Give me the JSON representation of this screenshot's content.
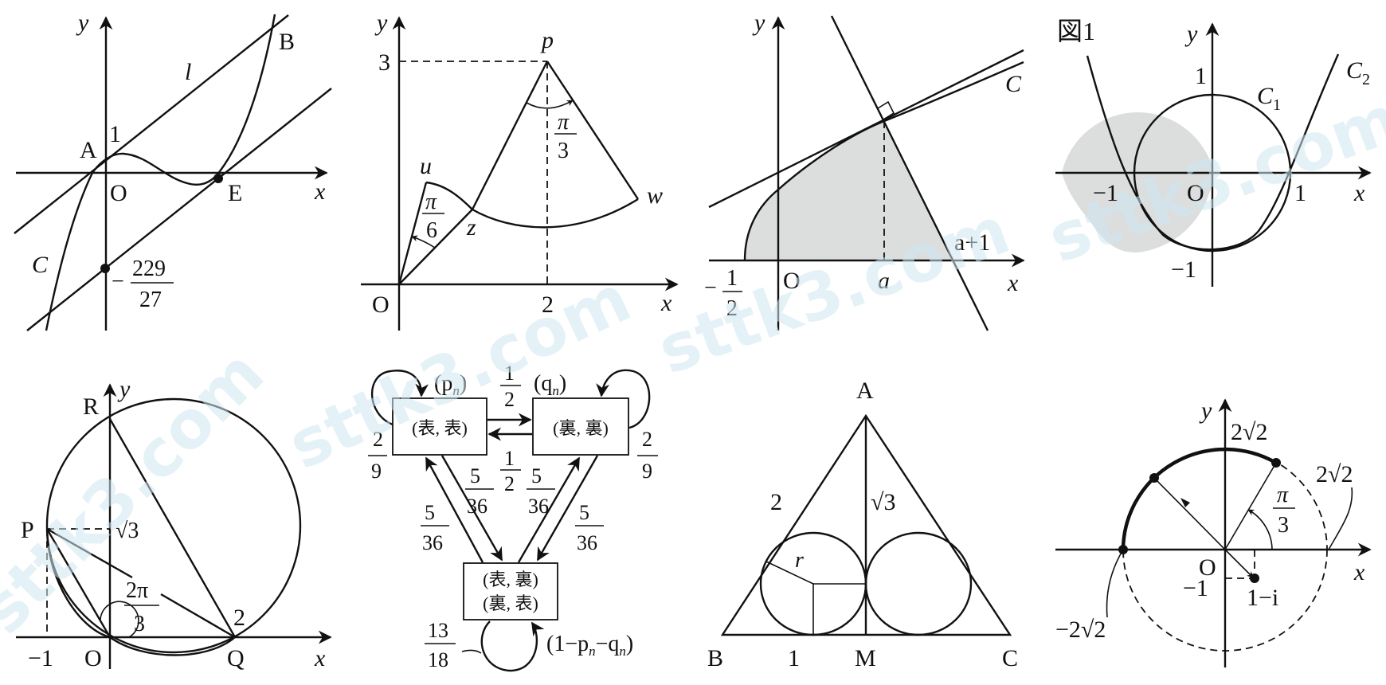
{
  "watermark": {
    "text": "sttk3.com"
  },
  "panels": {
    "cubic": {
      "axis_x": "x",
      "axis_y": "y",
      "origin": "O",
      "point_A": "A",
      "point_B": "B",
      "point_E": "E",
      "curve": "C",
      "line": "l",
      "tick_y": "1",
      "intercept_sign": "−",
      "intercept_num": "229",
      "intercept_den": "27"
    },
    "sector": {
      "axis_x": "x",
      "axis_y": "y",
      "origin": "O",
      "point_p": "p",
      "point_u": "u",
      "point_z": "z",
      "point_w": "w",
      "tick_y": "3",
      "tick_x": "2",
      "angle_big_num": "π",
      "angle_big_den": "3",
      "angle_small_num": "π",
      "angle_small_den": "6"
    },
    "sqrt_curve": {
      "axis_x": "x",
      "axis_y": "y",
      "origin": "O",
      "curve": "C",
      "tick_a": "a",
      "tick_a1": "a+1",
      "start_sign": "−",
      "start_num": "1",
      "start_den": "2"
    },
    "fig1": {
      "caption": "図1",
      "axis_x": "x",
      "axis_y": "y",
      "origin": "O",
      "curve1": "C",
      "curve1_sub": "1",
      "curve2": "C",
      "curve2_sub": "2",
      "tick_y_pos": "1",
      "tick_y_neg": "−1",
      "tick_x_pos": "1",
      "tick_x_neg": "−1"
    },
    "circle_pqr": {
      "axis_x": "x",
      "axis_y": "y",
      "origin": "O",
      "point_P": "P",
      "point_Q": "Q",
      "point_R": "R",
      "tick_x_neg": "−1",
      "tick_x_2": "2",
      "tick_sqrt3": "√3",
      "angle_num": "2π",
      "angle_den": "3"
    },
    "markov": {
      "state_hh": "(表, 表)",
      "state_tt": "(裏, 裏)",
      "state_mixed_1": "(表, 裏)",
      "state_mixed_2": "(裏, 表)",
      "label_pn": "(p",
      "label_pn_sub": "n",
      "label_pn_close": ")",
      "label_qn": "(q",
      "label_qn_sub": "n",
      "label_qn_close": ")",
      "half_num": "1",
      "half_den": "2",
      "self_hh_num": "2",
      "self_hh_den": "9",
      "self_tt_num": "2",
      "self_tt_den": "9",
      "cross_num": "5",
      "cross_den": "36",
      "self_mixed_num": "13",
      "self_mixed_den": "18",
      "mixed_prob": "(1−p",
      "mixed_prob_sub1": "n",
      "mixed_prob_mid": "−q",
      "mixed_prob_sub2": "n",
      "mixed_prob_close": ")"
    },
    "triangle": {
      "vertex_A": "A",
      "vertex_B": "B",
      "vertex_C": "C",
      "midpoint_M": "M",
      "side": "2",
      "half_base": "1",
      "height": "√3",
      "radius": "r"
    },
    "complex": {
      "axis_x": "x",
      "axis_y": "y",
      "origin": "O",
      "top_label": "2√2",
      "right_label": "2√2",
      "left_label": "−2√2",
      "tick_y_neg": "−1",
      "point": "1−i",
      "angle_num": "π",
      "angle_den": "3"
    }
  }
}
